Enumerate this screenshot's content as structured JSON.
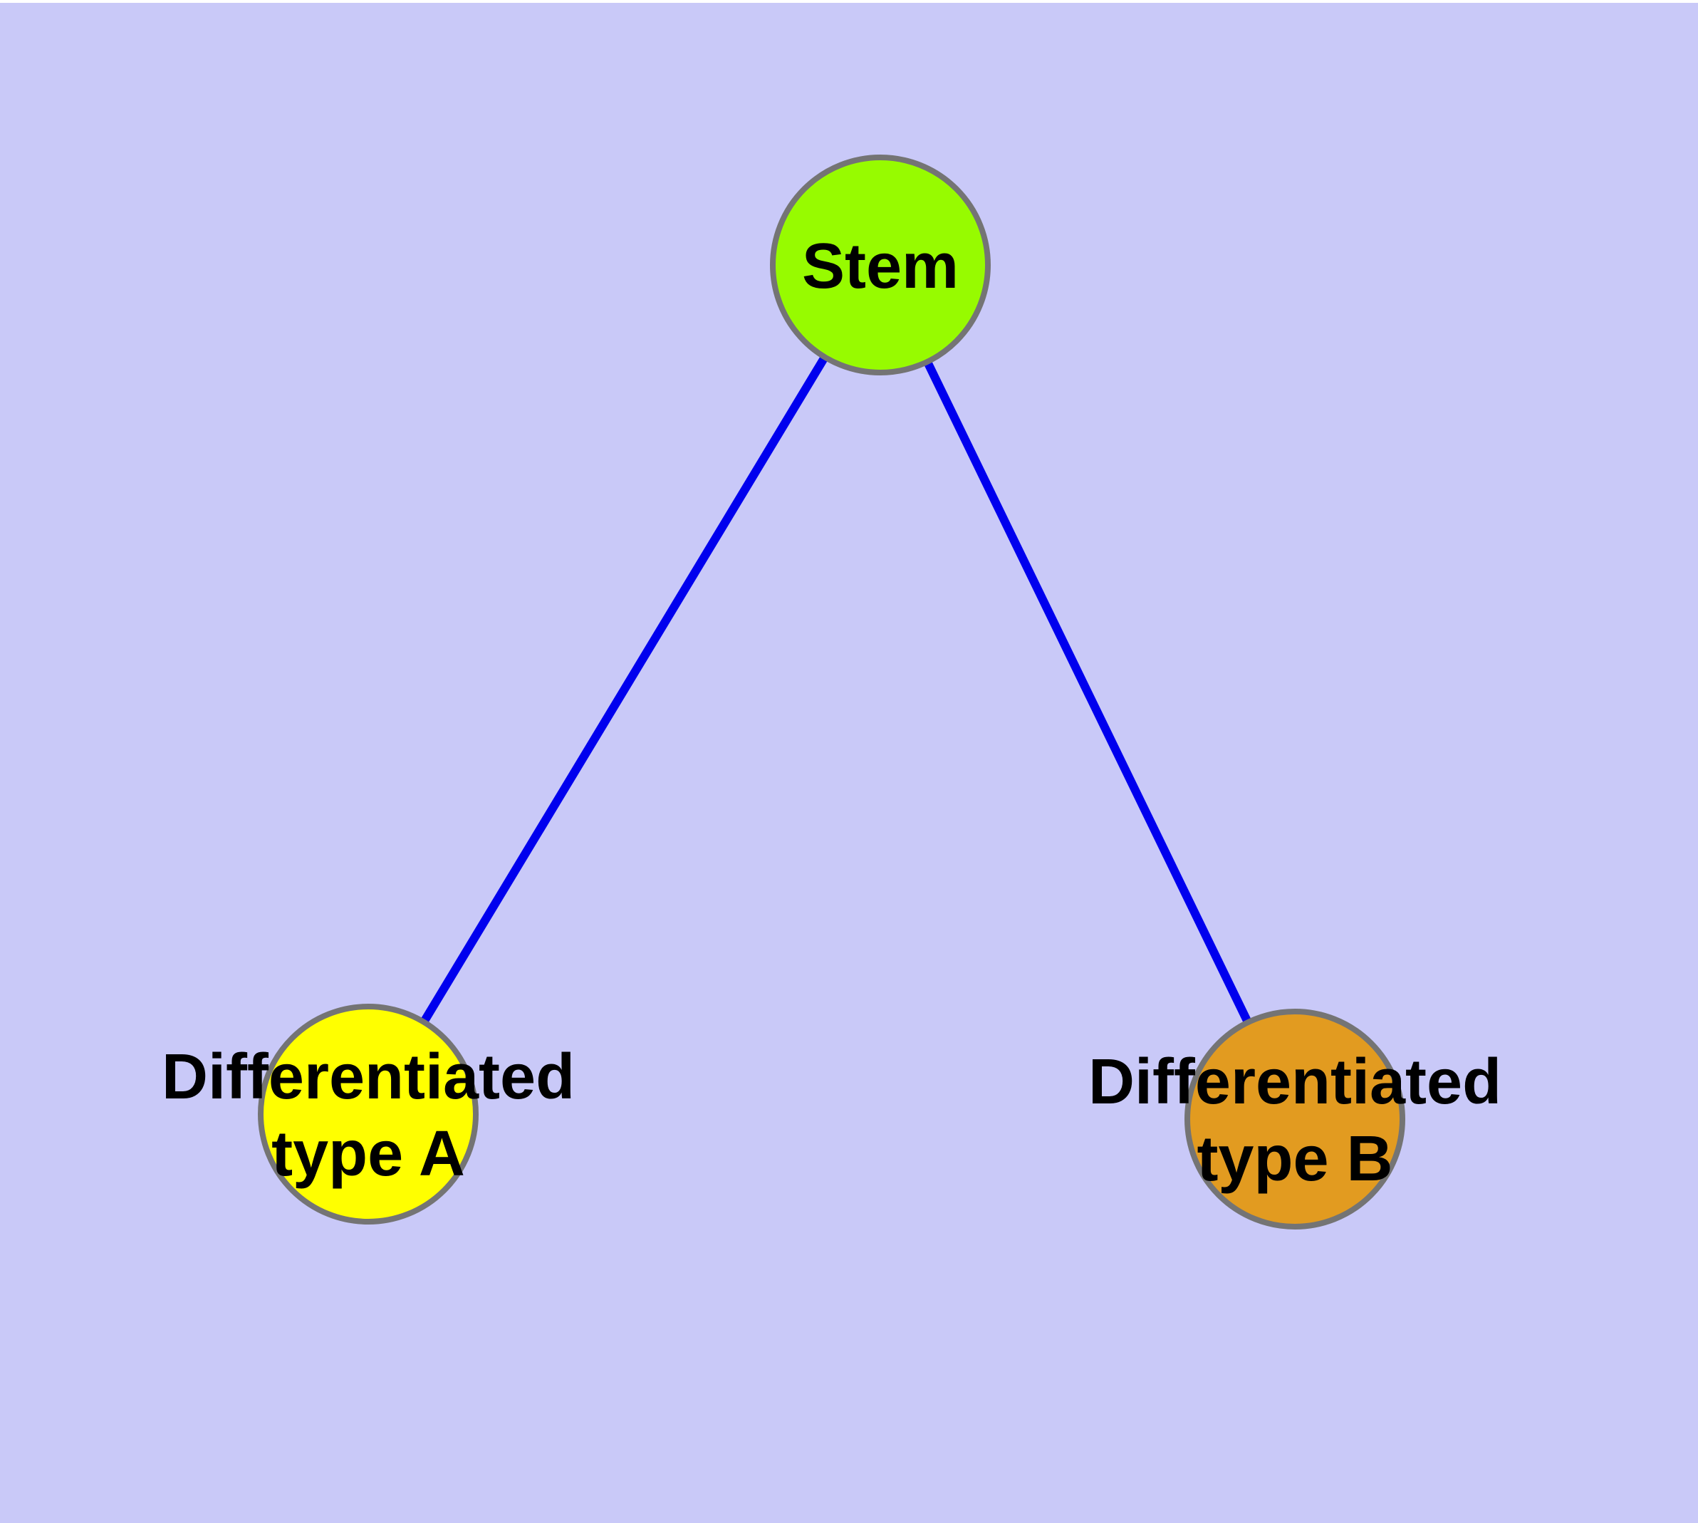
{
  "diagram": {
    "type": "graph",
    "background_color": "#C9C9F8",
    "top_margin_color": "#FFFFFF",
    "edge_color": "#0000EE",
    "node_border_color": "#747474",
    "label_color": "#000000",
    "nodes": [
      {
        "id": "stem",
        "lines": [
          "Stem"
        ],
        "fill": "#97FB00"
      },
      {
        "id": "type-a",
        "lines": [
          "Differentiated",
          "type A"
        ],
        "fill": "#FFFF00"
      },
      {
        "id": "type-b",
        "lines": [
          "Differentiated",
          "type B"
        ],
        "fill": "#E29B20"
      }
    ],
    "edges": [
      {
        "from": "stem",
        "to": "type-a"
      },
      {
        "from": "stem",
        "to": "type-b"
      }
    ]
  }
}
